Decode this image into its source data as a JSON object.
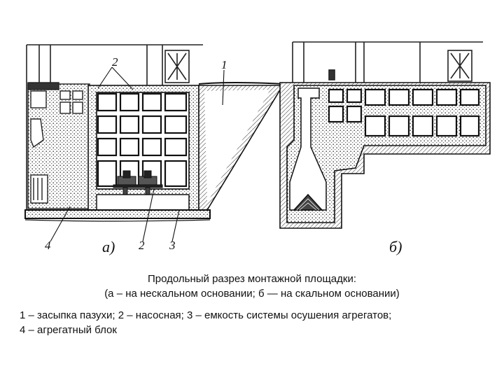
{
  "diagram": {
    "labels_a": [
      "2",
      "1",
      "4",
      "2",
      "3"
    ],
    "label_a_caption": "а)",
    "label_b_caption": "б)"
  },
  "caption": {
    "line1": "Продольный разрез монтажной площадки:",
    "line2": "(а – на нескальном основании; б — на скальном основании)"
  },
  "legend": {
    "line1": "1 – засыпка пазухи; 2 – насосная; 3 – емкость системы осушения агрегатов;",
    "line2": "4 – агрегатный блок"
  }
}
